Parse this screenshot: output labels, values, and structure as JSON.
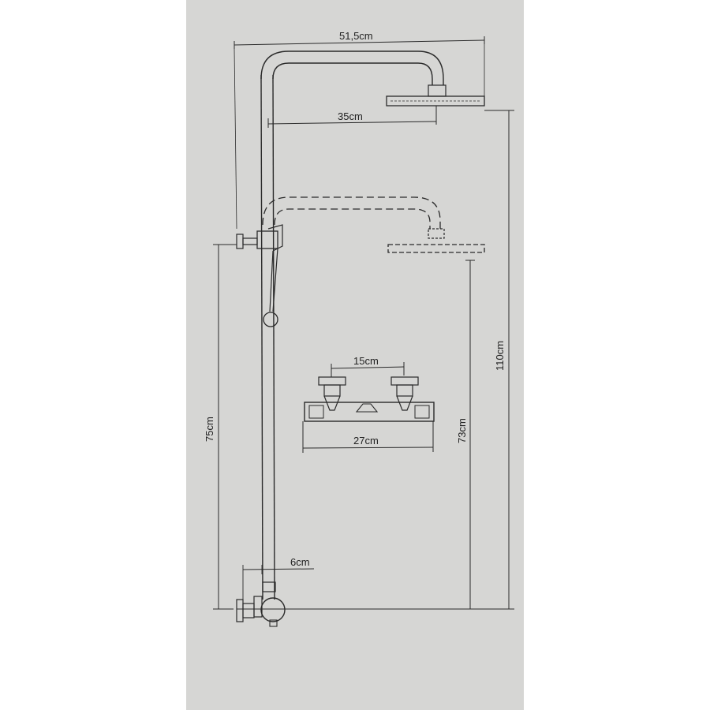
{
  "diagram": {
    "labels": {
      "total_width": "51,5cm",
      "arm_length": "35cm",
      "valve_spacing": "15cm",
      "thermostat_width": "27cm",
      "wall_offset": "6cm",
      "rail_height": "75cm",
      "min_height": "73cm",
      "max_height": "110cm"
    },
    "colors": {
      "background": "#ffffff",
      "sheet": "#d6d6d4",
      "line": "#2a2a2a"
    }
  }
}
